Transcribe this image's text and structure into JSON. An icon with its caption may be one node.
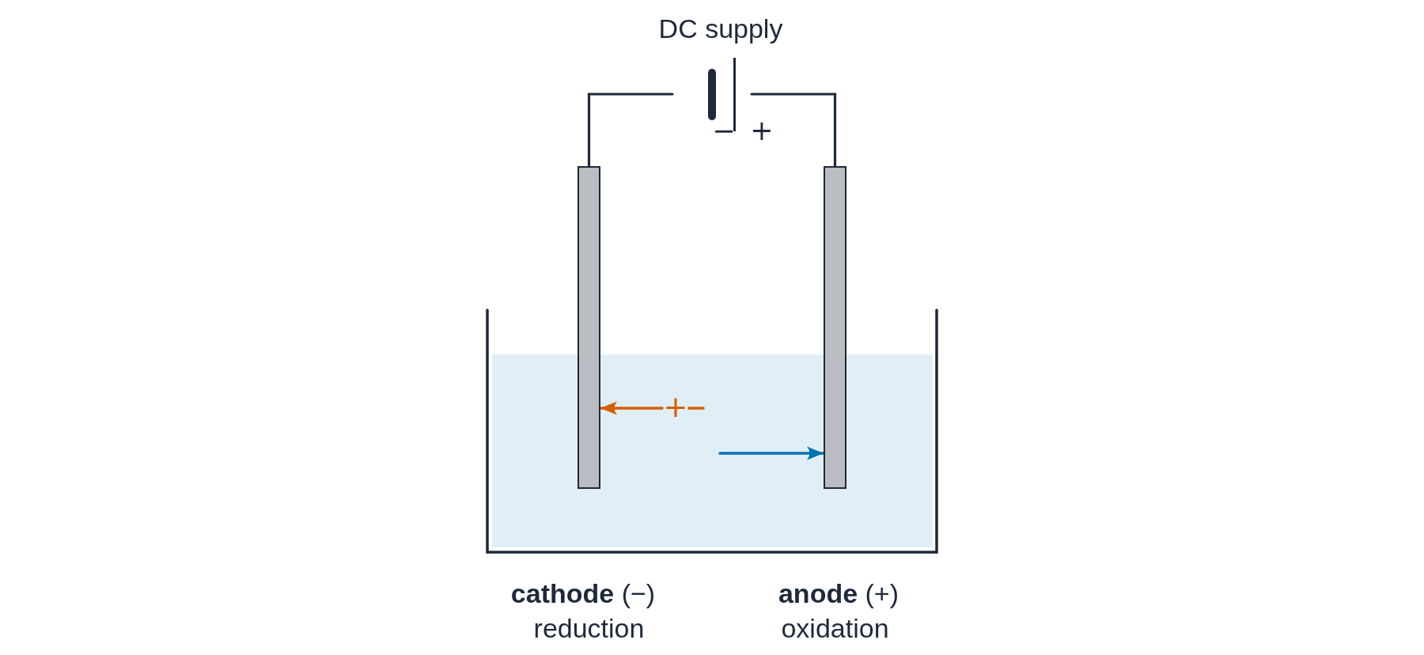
{
  "diagram": {
    "nodes": [
      {
        "text": [
          "DC supply",
          "−",
          "+"
        ]
      },
      {
        "text": [],
        "shape": "bar",
        "beside": [
          "**cathode** (−)",
          "reduction"
        ]
      },
      {
        "text": [],
        "shape": "bar",
        "beside": [
          "**anode** (+)",
          "oxidation"
        ]
      }
    ],
    "edges": [
      {
        "from": 0,
        "to": 1,
        "arrow": "none"
      },
      {
        "from": 0,
        "to": 2,
        "arrow": "none"
      },
      {
        "from": null,
        "to": 1,
        "arrow": "to",
        "label": "+",
        "color": "#d55e00"
      },
      {
        "from": null,
        "to": 2,
        "arrow": "to",
        "color": "#0072b2"
      }
    ]
  }
}
